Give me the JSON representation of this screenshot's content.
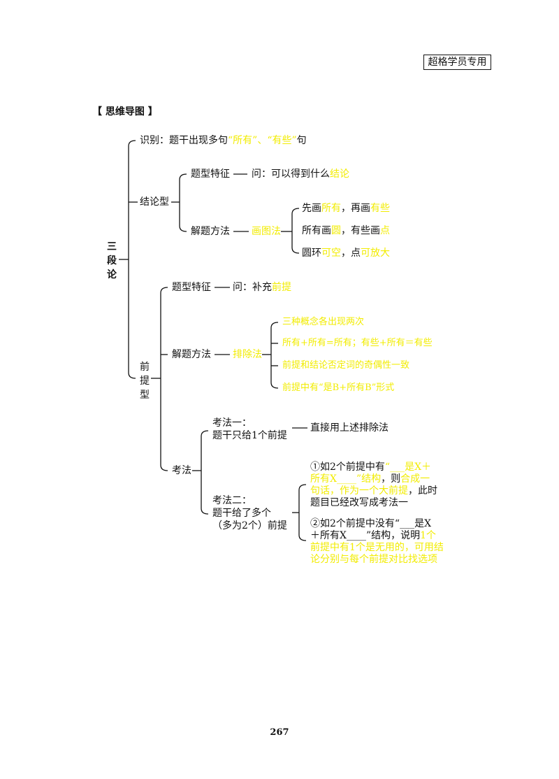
{
  "header": {
    "badge": "超格学员专用"
  },
  "section_title": "【 思维导图 】",
  "root_label": "三段论",
  "identify": {
    "prefix": "识别：题干出现多句",
    "q1": "“所有”",
    "sep": "、",
    "q2": "“有些”",
    "suffix": "句"
  },
  "conclusion": {
    "label": "结论型",
    "feature_label": "题型特征",
    "feature_q": "问：可以得到什么",
    "feature_hl": "结论",
    "method_label": "解题方法",
    "method_name": "画图法",
    "steps": [
      {
        "a": "先画",
        "b": "所有",
        "c": "，再画",
        "d": "有些"
      },
      {
        "a": "所有画",
        "b": "圆",
        "c": "，有些画",
        "d": "点"
      },
      {
        "a": "圆环",
        "b": "可空",
        "c": "，点",
        "d": "可放大"
      }
    ]
  },
  "premise": {
    "label": "前提型",
    "feature_label": "题型特征",
    "feature_q": "问：补充",
    "feature_hl": "前提",
    "method_label": "解题方法",
    "method_name": "排除法",
    "rules": [
      "三种概念各出现两次",
      "所有+所有=所有；有些+所有＝有些",
      "前提和结论否定词的奇偶性一致",
      "前提中有“是B+所有B”形式"
    ],
    "exam_label": "考法",
    "exam1": {
      "line1": "考法一：",
      "line2": "题干只给1个前提",
      "result": "直接用上述排除法"
    },
    "exam2": {
      "line1": "考法二：",
      "line2": "题干给了多个",
      "line3": "（多为2个）前提",
      "case1_a": "①如2个前提中有",
      "case1_b": "“___是X＋",
      "case1_c": "所有X____”结构",
      "case1_d": "，则",
      "case1_e": "合成一",
      "case1_f": "句话，作为一个大前提",
      "case1_g": "，此时",
      "case1_h": "题目已经改写成考法一",
      "case2_a": "②如2个前提中没有“___是X",
      "case2_b": "＋所有X____”结构，说明",
      "case2_c": "1个",
      "case2_d": "前提中有1个是无用的，可用结",
      "case2_e": "论分别与每个前提对比找选项"
    }
  },
  "page_number": "267"
}
